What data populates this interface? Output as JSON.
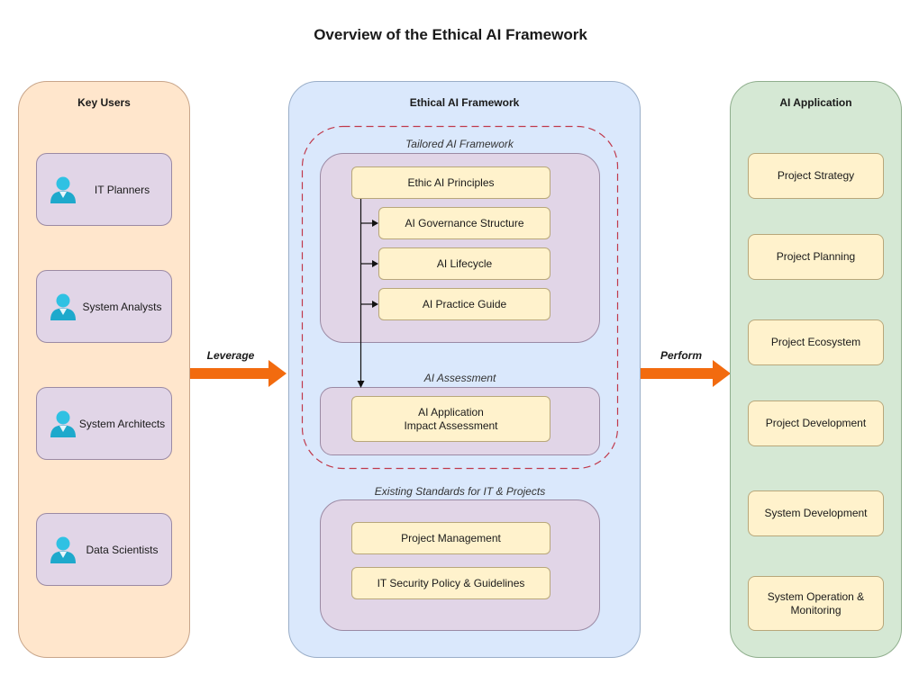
{
  "title": "Overview of the Ethical AI Framework",
  "colors": {
    "users_panel": "#ffe6cc",
    "framework_panel": "#dae8fc",
    "app_panel": "#d5e8d4",
    "group_fill": "#e1d5e7",
    "box_fill": "#fff2cc",
    "arrow": "#f26b0f",
    "dashed_border": "#c0394b",
    "user_icon": "#29b6d8"
  },
  "key_users": {
    "title": "Key Users",
    "items": [
      {
        "label": "IT Planners",
        "icon": "user-icon"
      },
      {
        "label": "System Analysts",
        "icon": "user-icon"
      },
      {
        "label": "System Architects",
        "icon": "user-icon"
      },
      {
        "label": "Data Scientists",
        "icon": "user-icon"
      }
    ]
  },
  "arrows": {
    "left_label": "Leverage",
    "right_label": "Perform"
  },
  "framework": {
    "title": "Ethical AI Framework",
    "tailored": {
      "label": "Tailored AI Framework",
      "principles": "Ethic AI Principles",
      "children": [
        "AI Governance Structure",
        "AI Lifecycle",
        "AI Practice Guide"
      ]
    },
    "assessment": {
      "label": "AI Assessment",
      "item_line1": "AI Application",
      "item_line2": "Impact Assessment"
    },
    "existing": {
      "label": "Existing Standards for IT & Projects",
      "items": [
        "Project Management",
        "IT Security Policy & Guidelines"
      ]
    }
  },
  "ai_application": {
    "title": "AI Application",
    "items": [
      {
        "line1": "Project Strategy",
        "line2": ""
      },
      {
        "line1": "Project Planning",
        "line2": ""
      },
      {
        "line1": "Project Ecosystem",
        "line2": ""
      },
      {
        "line1": "Project Development",
        "line2": ""
      },
      {
        "line1": "System Development",
        "line2": ""
      },
      {
        "line1": "System Operation &",
        "line2": "Monitoring"
      }
    ]
  }
}
